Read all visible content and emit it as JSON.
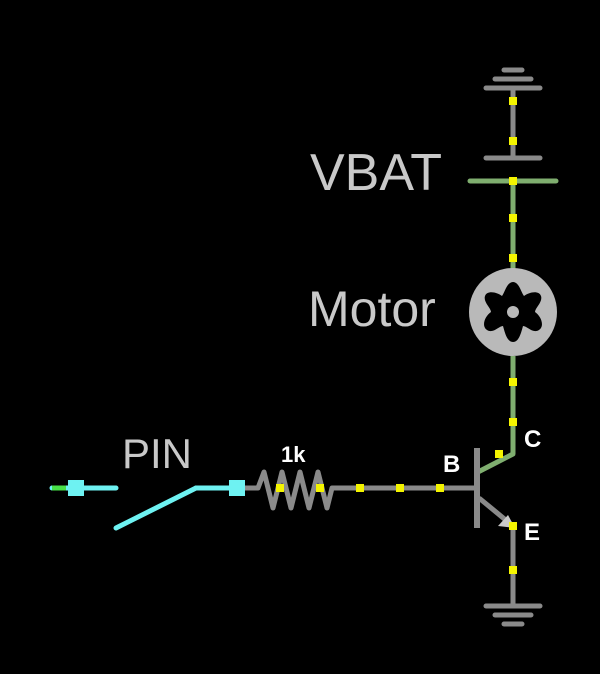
{
  "labels": {
    "vbat": "VBAT",
    "motor": "Motor",
    "pin": "PIN",
    "resistor": "1k",
    "base": "B",
    "collector": "C",
    "emitter": "E"
  },
  "colors": {
    "background": "#000000",
    "wire_gray": "#8a8a8a",
    "wire_green": "#7fae6f",
    "wire_cyan": "#6ef2f2",
    "node_yellow": "#f4f400",
    "motor_disc": "#b9b9b9",
    "label_gray": "#c9c9c9",
    "label_white": "#ffffff"
  }
}
